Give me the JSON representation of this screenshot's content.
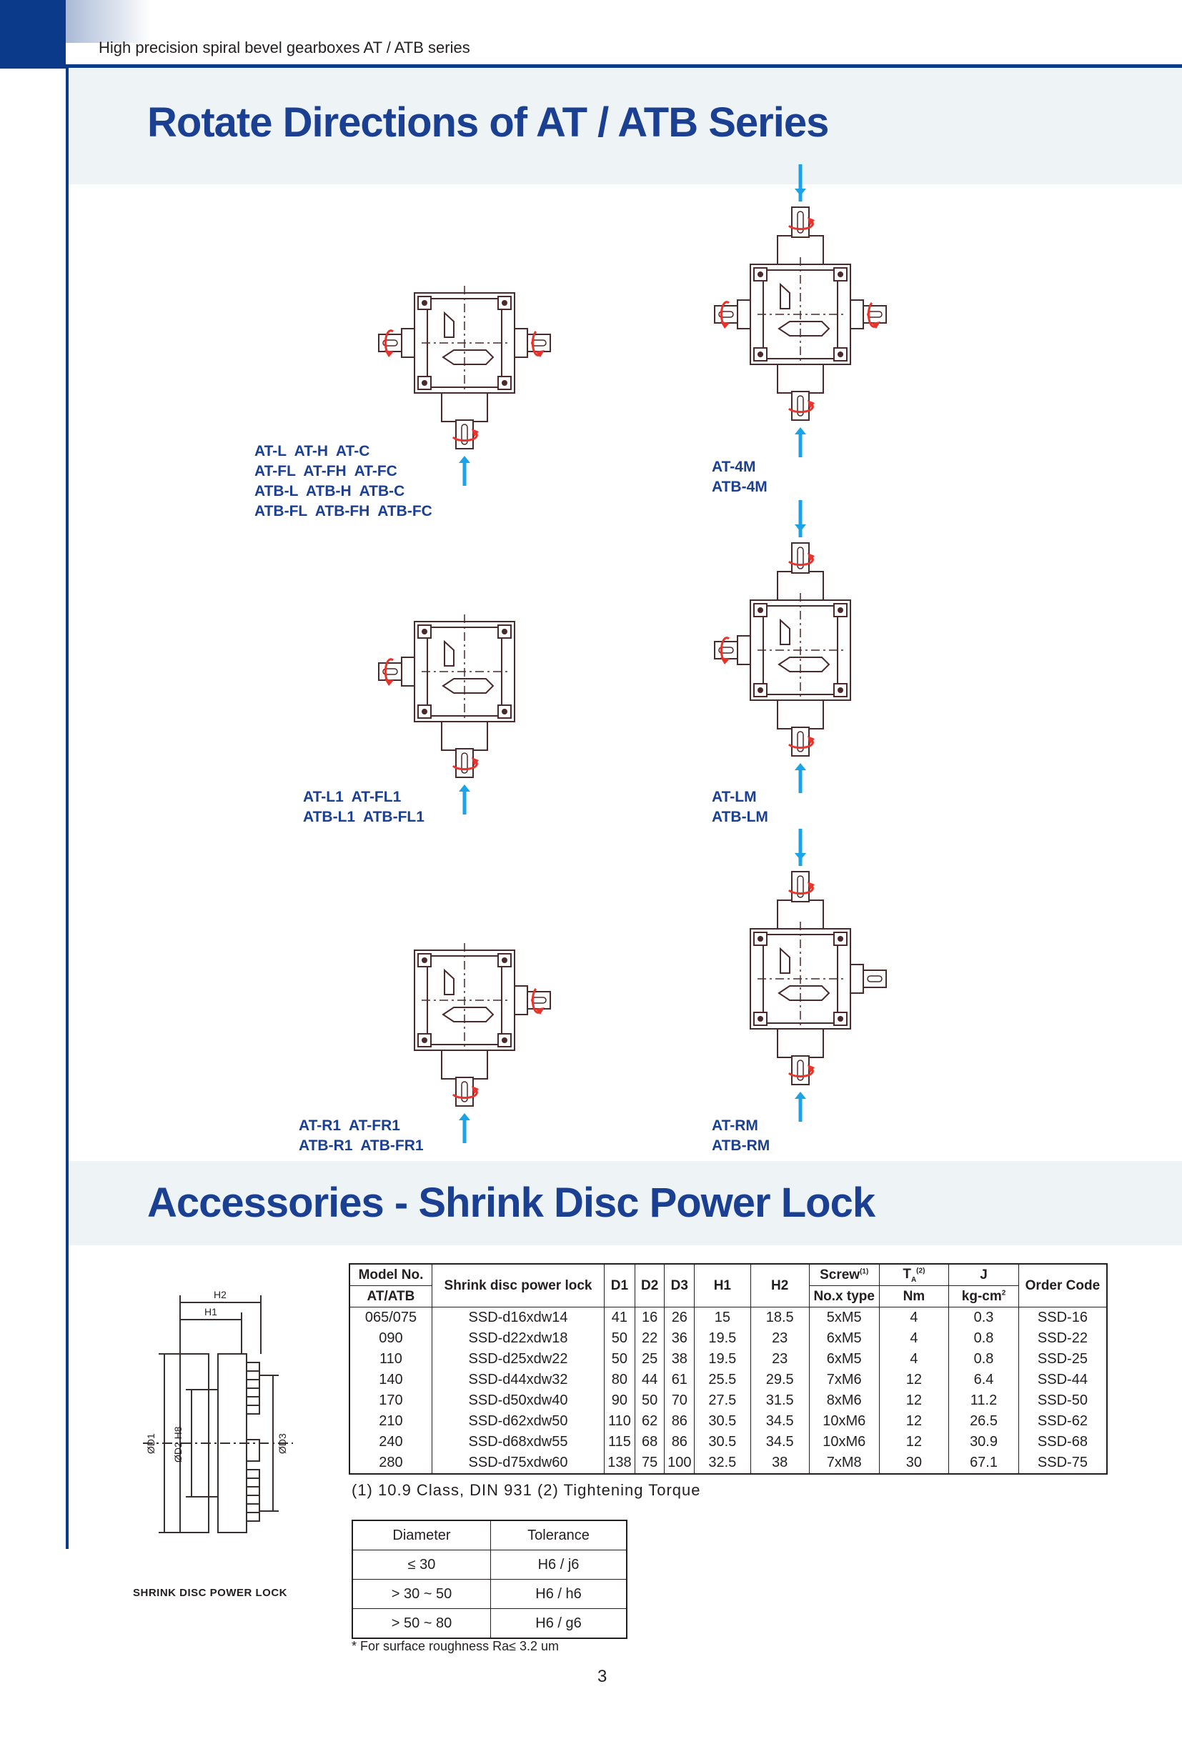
{
  "header": {
    "text": "High precision spiral bevel gearboxes AT / ATB series"
  },
  "section1": {
    "title": "Rotate Directions of AT / ATB Series",
    "diagrams": [
      {
        "id": "1",
        "lines": [
          "AT-L  AT-H  AT-C",
          "AT-FL  AT-FH  AT-FC",
          "ATB-L  ATB-H  ATB-C",
          "ATB-FL  ATB-FH  ATB-FC"
        ]
      },
      {
        "id": "2",
        "lines": [
          "AT-4M",
          "ATB-4M"
        ]
      },
      {
        "id": "3",
        "lines": [
          "AT-L1  AT-FL1",
          "ATB-L1  ATB-FL1"
        ]
      },
      {
        "id": "4",
        "lines": [
          "AT-LM",
          "ATB-LM"
        ]
      },
      {
        "id": "5",
        "lines": [
          "AT-R1  AT-FR1",
          "ATB-R1  ATB-FR1"
        ]
      },
      {
        "id": "6",
        "lines": [
          "AT-RM",
          "ATB-RM"
        ]
      }
    ]
  },
  "section2": {
    "title": "Accessories - Shrink Disc Power Lock",
    "drawing": {
      "caption": "SHRINK DISC POWER LOCK",
      "h2": "H2",
      "h1": "H1",
      "d1": "ØD1",
      "d2": "ØD2 H8",
      "d3": "ØD3"
    },
    "table": {
      "header": {
        "model_top": "Model No.",
        "model_bottom": "AT/ATB",
        "power_lock": "Shrink disc power lock",
        "d1": "D1",
        "d2": "D2",
        "d3": "D3",
        "h1": "H1",
        "h2": "H2",
        "screw_top": "Screw",
        "screw_sup": "(1)",
        "screw_bottom": "No.x type",
        "ta_top": "T",
        "ta_sub": "A",
        "ta_sup": "(2)",
        "ta_bottom": "Nm",
        "j_top": "J",
        "j_bottom": "kg-cm",
        "j_sup": "2",
        "order_code": "Order Code"
      },
      "rows": [
        [
          "065/075",
          "SSD-d16xdw14",
          "41",
          "16",
          "26",
          "15",
          "18.5",
          "5xM5",
          "4",
          "0.3",
          "SSD-16"
        ],
        [
          "090",
          "SSD-d22xdw18",
          "50",
          "22",
          "36",
          "19.5",
          "23",
          "6xM5",
          "4",
          "0.8",
          "SSD-22"
        ],
        [
          "110",
          "SSD-d25xdw22",
          "50",
          "25",
          "38",
          "19.5",
          "23",
          "6xM5",
          "4",
          "0.8",
          "SSD-25"
        ],
        [
          "140",
          "SSD-d44xdw32",
          "80",
          "44",
          "61",
          "25.5",
          "29.5",
          "7xM6",
          "12",
          "6.4",
          "SSD-44"
        ],
        [
          "170",
          "SSD-d50xdw40",
          "90",
          "50",
          "70",
          "27.5",
          "31.5",
          "8xM6",
          "12",
          "11.2",
          "SSD-50"
        ],
        [
          "210",
          "SSD-d62xdw50",
          "110",
          "62",
          "86",
          "30.5",
          "34.5",
          "10xM6",
          "12",
          "26.5",
          "SSD-62"
        ],
        [
          "240",
          "SSD-d68xdw55",
          "115",
          "68",
          "86",
          "30.5",
          "34.5",
          "10xM6",
          "12",
          "30.9",
          "SSD-68"
        ],
        [
          "280",
          "SSD-d75xdw60",
          "138",
          "75",
          "100",
          "32.5",
          "38",
          "7xM8",
          "30",
          "67.1",
          "SSD-75"
        ]
      ],
      "note": "(1) 10.9 Class, DIN 931 (2) Tightening Torque"
    },
    "tolerance": {
      "headers": [
        "Diameter",
        "Tolerance"
      ],
      "rows": [
        [
          "≤ 30",
          "H6 / j6"
        ],
        [
          "> 30 ~ 50",
          "H6 / h6"
        ],
        [
          "> 50 ~ 80",
          "H6 / g6"
        ]
      ],
      "note": "* For surface roughness Ra≤ 3.2 um"
    }
  },
  "page_number": "3",
  "colors": {
    "brand_blue": "#1b3f91",
    "rule_blue": "#0b3a8a",
    "arrow_blue": "#1aa3e8",
    "rotation_red": "#e8322b",
    "drawing_line": "#4a2a2a",
    "band_bg": "#eef3f6"
  }
}
